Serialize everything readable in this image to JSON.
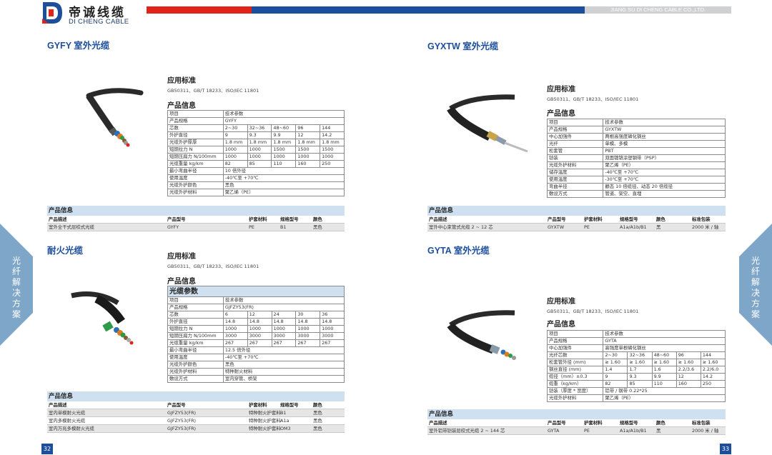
{
  "logo": {
    "cn": "帝诚线缆",
    "en": "DI CHENG CABLE"
  },
  "company": "JIANG SU DI CHENG CABLE CO.,LTD.",
  "side_label": "光纤解决方案",
  "pages": {
    "left": "32",
    "right": "33"
  },
  "labels": {
    "std": "应用标准",
    "std_text": "GB50311、GB/T 18233、ISO/IEC 11801",
    "info": "产品信息",
    "params": "光缆参数"
  },
  "gyfy": {
    "title": "GYFY 室外光缆",
    "rows": [
      [
        "项目",
        "技术参数"
      ],
      [
        "产品规格",
        "GYFY"
      ],
      [
        "芯数",
        "2~30",
        "32~36",
        "48~60",
        "96",
        "144"
      ],
      [
        "外护直径",
        "9",
        "9.3",
        "9.9",
        "12",
        "14.2"
      ],
      [
        "光缆外护厚厚",
        "1.8 mm",
        "1.8 mm",
        "1.8 mm",
        "1.8 mm",
        "1.8 mm"
      ],
      [
        "短期拉力 N",
        "1000",
        "1000",
        "1500",
        "1500",
        "1500"
      ],
      [
        "短期压扁力 N/100mm",
        "1000",
        "1000",
        "1000",
        "1000",
        "1000"
      ],
      [
        "光缆重量 kg/km",
        "82",
        "85",
        "110",
        "160",
        "250"
      ],
      [
        "最小弯曲半径",
        "10 倍外径"
      ],
      [
        "使用温度",
        "-40℃至 +70℃"
      ],
      [
        "光缆外护颜色",
        "黑色"
      ],
      [
        "光缆外护材料",
        "聚乙烯（PE）"
      ]
    ],
    "product": {
      "title": "产品信息",
      "headers": [
        "产品描述",
        "产品型号",
        "护套材料",
        "规格型号",
        "颜色"
      ],
      "rows": [
        [
          "室外全干式层绞式光缆",
          "GYFY",
          "PE",
          "B1",
          "黑色"
        ]
      ]
    }
  },
  "fire": {
    "title": "耐火光缆",
    "rows": [
      [
        "项目",
        "技术参数"
      ],
      [
        "产品规格",
        "GJFZY53(FR)"
      ],
      [
        "芯数",
        "6",
        "12",
        "24",
        "30",
        "36"
      ],
      [
        "外护直径",
        "14.8",
        "14.8",
        "14.8",
        "14.8",
        "14.8"
      ],
      [
        "短期拉力 N",
        "1000",
        "1000",
        "1000",
        "1000",
        "1000"
      ],
      [
        "短期压扁力 N/100mm",
        "3000",
        "3000",
        "3000",
        "3000",
        "3000"
      ],
      [
        "光缆重量 kg/km",
        "267",
        "267",
        "267",
        "267",
        "267"
      ],
      [
        "最小弯曲半径",
        "12.5 倍外径"
      ],
      [
        "使用温度",
        "-40℃至 +70℃"
      ],
      [
        "光缆外护颜色",
        "黑色"
      ],
      [
        "光缆外护材料",
        "特种耐火材料"
      ],
      [
        "敷设方式",
        "室内穿管、桥架"
      ]
    ],
    "product": {
      "title": "产品信息",
      "headers": [
        "产品描述",
        "产品型号",
        "护套材料",
        "规格型号",
        "颜色"
      ],
      "rows": [
        [
          "室内单模耐火光缆",
          "GJFZY53(FR)",
          "特种耐火护套料",
          "B1",
          "黑色"
        ],
        [
          "室内多模耐火光缆",
          "GJFZY53(FR)",
          "特种耐火护套料",
          "A1a",
          "黑色"
        ],
        [
          "室内万兆多模耐火光缆",
          "GJFZY53(FR)",
          "特种耐火护套料",
          "OM3",
          "黑色"
        ]
      ]
    }
  },
  "gyxtw": {
    "title": "GYXTW 室外光缆",
    "rows": [
      [
        "项目",
        "技术参数"
      ],
      [
        "产品规格",
        "GYXTW"
      ],
      [
        "中心加强件",
        "两根高强度磷化钢丝"
      ],
      [
        "光纤",
        "单模、多模"
      ],
      [
        "松套管",
        "PBT"
      ],
      [
        "铠装",
        "双面镀铬涂塑钢带（PSP）"
      ],
      [
        "光缆外护材料",
        "聚乙烯（PE）"
      ],
      [
        "储存温度",
        "-40℃至 +70℃"
      ],
      [
        "使用温度",
        "-30℃至 +70℃"
      ],
      [
        "弯曲半径",
        "静态 10 倍缆径、动态 20 倍缆径"
      ],
      [
        "敷设方式",
        "管道、架空、直埋"
      ]
    ],
    "product": {
      "title": "产品信息",
      "headers": [
        "产品描述",
        "产品型号",
        "护套材料",
        "规格型号",
        "颜色",
        "标准包装"
      ],
      "rows": [
        [
          "室外中心束管式光缆 2 ~ 12 芯",
          "GYXTW",
          "PE",
          "A1a/A1b/B1",
          "黑",
          "2000 米 / 轴"
        ]
      ]
    }
  },
  "gyta": {
    "title": "GYTA 室外光缆",
    "rows": [
      [
        "项目",
        "技术参数"
      ],
      [
        "产品规格",
        "GYTA"
      ],
      [
        "中心加强件",
        "高强度单根磷化钢丝"
      ],
      [
        "光纤芯数",
        "2~30",
        "32~36",
        "48~60",
        "96",
        "144"
      ],
      [
        "松套管外径 (mm)",
        "≥ 1.60",
        "≥ 1.60",
        "≥ 1.60",
        "≥ 1.60",
        "≥ 1.60"
      ],
      [
        "钢丝直径 (mm)",
        "1.4",
        "1.7",
        "1.6",
        "2.2/3.6",
        "2.2/6.0"
      ],
      [
        "缆径（mm）±0.3",
        "9",
        "9.3",
        "9.9",
        "12",
        "14.2"
      ],
      [
        "缆重（kg/km）",
        "82",
        "85",
        "110",
        "160",
        "250"
      ],
      [
        "铠装（厚度 * 宽度）",
        "铝带 / 钢带 0.22*25"
      ],
      [
        "光缆外护材料",
        "聚乙烯（PE）"
      ]
    ],
    "product": {
      "title": "产品信息",
      "headers": [
        "产品描述",
        "产品型号",
        "护套材料",
        "规格型号",
        "颜色",
        "标准包装"
      ],
      "rows": [
        [
          "室外铝带铠装层绞式光缆 2 ~ 144 芯",
          "GYTA",
          "PE",
          "A1a/A1b/B1",
          "黑",
          "2000 米 / 轴"
        ]
      ]
    }
  }
}
